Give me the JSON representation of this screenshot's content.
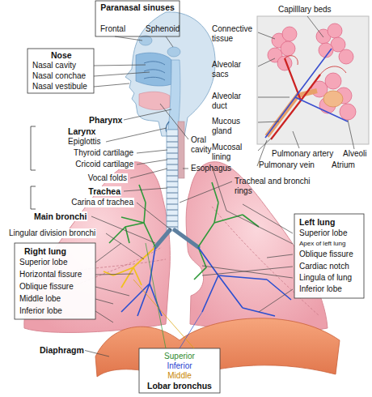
{
  "diagram": {
    "labels": [
      "Paranasal sinuses",
      "Frontal",
      "Sphenoid",
      "Nose",
      "Nasal cavity",
      "Nasal conchae",
      "Nasal vestibule",
      "Pharynx",
      "Larynx",
      "Epiglottis",
      "Thyroid cartilage",
      "Cricoid cartilage",
      "Vocal folds",
      "Trachea",
      "Carina of trachea",
      "Main bronchi",
      "Lingular division bronchi",
      "Right lung",
      "Superior lobe",
      "Horizontal fissure",
      "Oblique fissure",
      "Middle lobe",
      "Inferior lobe",
      "Diaphragm",
      "Superior",
      "Inferior",
      "Middle",
      "Lobar bronchus",
      "Capilllary beds",
      "Connective tissue",
      "Alveolar sacs",
      "Alveolar duct",
      "Mucous gland",
      "Mucosal lining",
      "Pulmonary artery",
      "Pulmonary vein",
      "Alveoli",
      "Atrium",
      "Oral cavity",
      "Esophagus",
      "Tracheal and bronchi rings",
      "Left lung",
      "Superior lobe",
      "Apex of left lung",
      "Oblique fissure",
      "Cardiac notch",
      "Lingula of lung",
      "Inferior lobe"
    ]
  }
}
